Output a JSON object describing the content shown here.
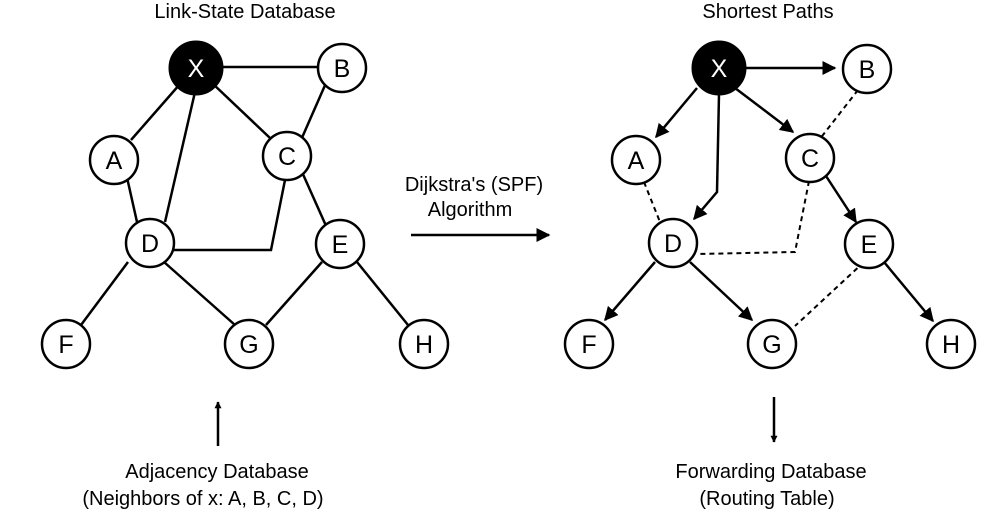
{
  "left_graph": {
    "title": "Link-State Database",
    "nodes": [
      "X",
      "B",
      "A",
      "C",
      "D",
      "E",
      "F",
      "G",
      "H"
    ]
  },
  "right_graph": {
    "title": "Shortest Paths",
    "nodes": [
      "X",
      "B",
      "A",
      "C",
      "D",
      "E",
      "F",
      "G",
      "H"
    ]
  },
  "algorithm": {
    "line1": "Dijkstra's (SPF)",
    "line2": "Algorithm"
  },
  "adjacency": {
    "line1": "Adjacency Database",
    "line2": "(Neighbors of x: A, B, C, D)"
  },
  "forwarding": {
    "line1": "Forwarding Database",
    "line2": "(Routing Table)"
  },
  "colors": {
    "root_fill": "#000000",
    "node_fill": "#ffffff",
    "stroke": "#000000"
  }
}
